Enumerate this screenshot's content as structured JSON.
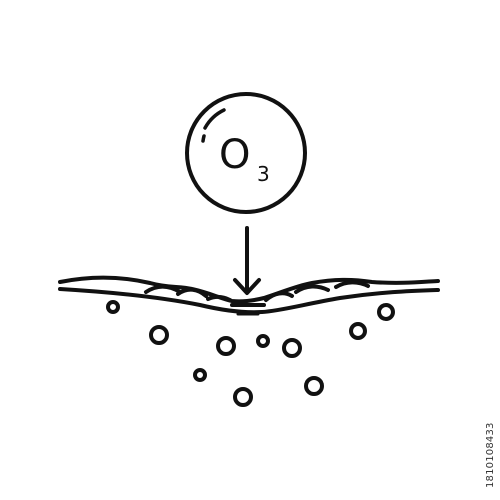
{
  "diagram": {
    "molecule_label": "O",
    "molecule_subscript": "3",
    "stock_id": "1810108433"
  },
  "icons": {
    "molecule": "ozone-molecule-icon",
    "arrow": "down-arrow-icon",
    "surface": "skin-surface-icon",
    "bubbles": "bubbles-icon"
  },
  "colors": {
    "stroke": "#111111",
    "background": "#ffffff"
  }
}
